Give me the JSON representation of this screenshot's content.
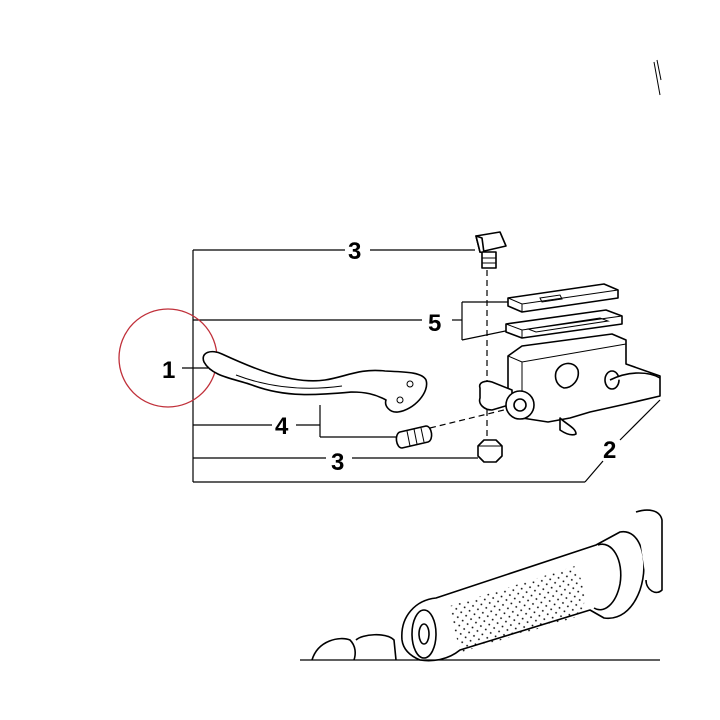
{
  "callouts": [
    {
      "id": "callout-1",
      "text": "1"
    },
    {
      "id": "callout-2",
      "text": "2"
    },
    {
      "id": "callout-3-top",
      "text": "3"
    },
    {
      "id": "callout-3-bottom",
      "text": "3"
    },
    {
      "id": "callout-4",
      "text": "4"
    },
    {
      "id": "callout-5",
      "text": "5"
    }
  ],
  "highlight_color": "#c0303a",
  "line_color": "#000000"
}
